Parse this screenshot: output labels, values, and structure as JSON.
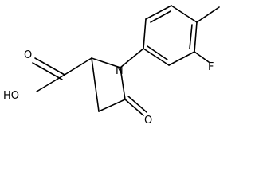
{
  "structure": {
    "atoms": {
      "oh": "HO",
      "o_acid": "O",
      "n": "N",
      "o_keto": "O",
      "f": "F"
    }
  }
}
